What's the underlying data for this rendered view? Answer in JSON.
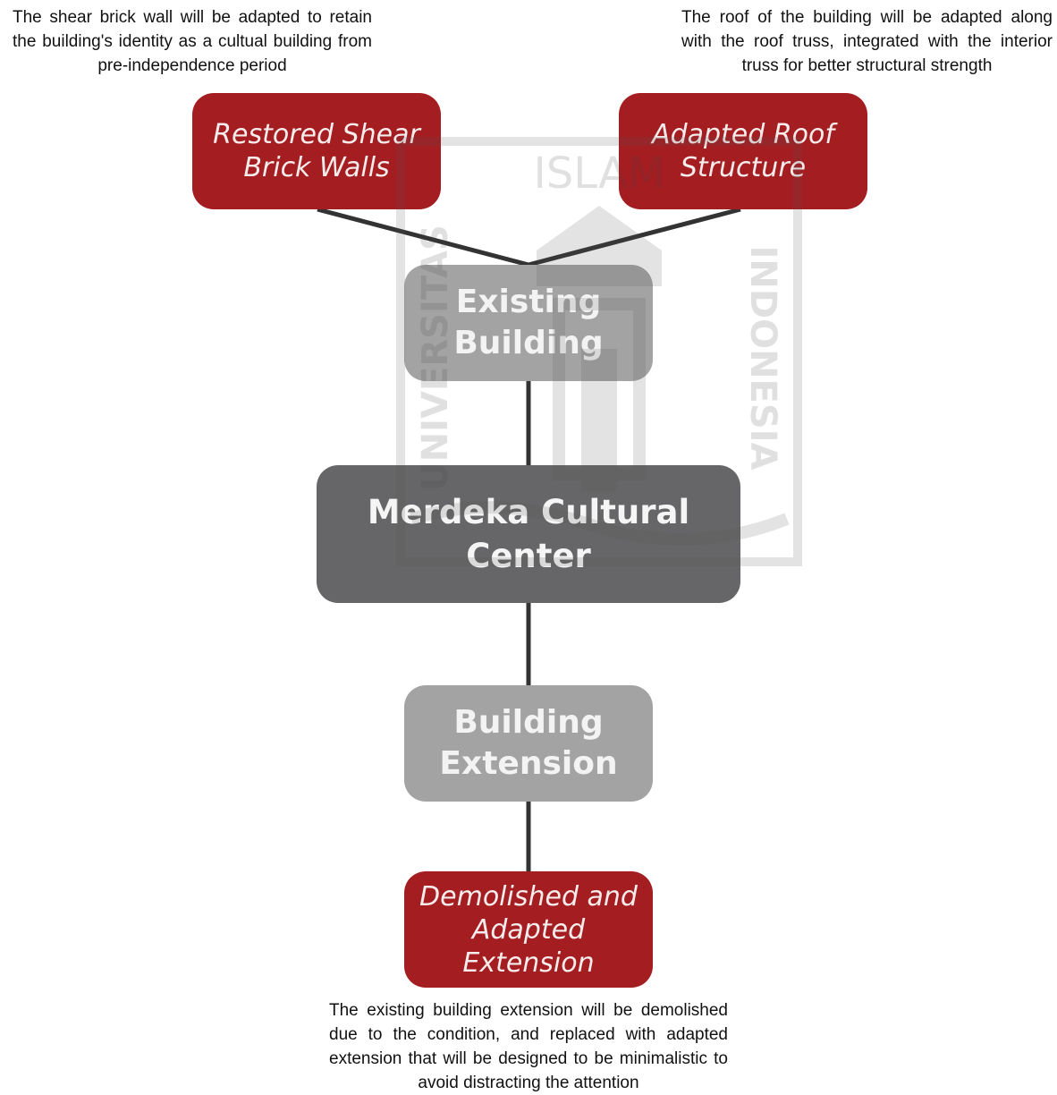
{
  "notes": {
    "top_left": "The shear brick wall will be adapted to retain the building's identity as a cultual building from pre-independence period",
    "top_right": "The roof of the building will be adapted along with the roof truss, integrated with the interior truss for better structural strength",
    "bottom": "The existing building extension will be demolished due to the condition, and replaced with adapted extension that will be designed to be minimalistic to avoid distracting the attention"
  },
  "nodes": {
    "restored_walls": "Restored Shear Brick Walls",
    "adapted_roof": "Adapted Roof Structure",
    "existing_building": "Existing Building",
    "cultural_center": "Merdeka Cultural Center",
    "building_extension": "Building Extension",
    "demolished_extension": "Demolished and Adapted Extension"
  },
  "watermark": {
    "top_text": "ISLAM",
    "left_text": "UNIVERSITAS",
    "right_text": "INDONESIA"
  },
  "colors": {
    "red": "#a31d21",
    "light_gray": "#a3a3a4",
    "dark_gray": "#666668",
    "line": "#333333"
  }
}
